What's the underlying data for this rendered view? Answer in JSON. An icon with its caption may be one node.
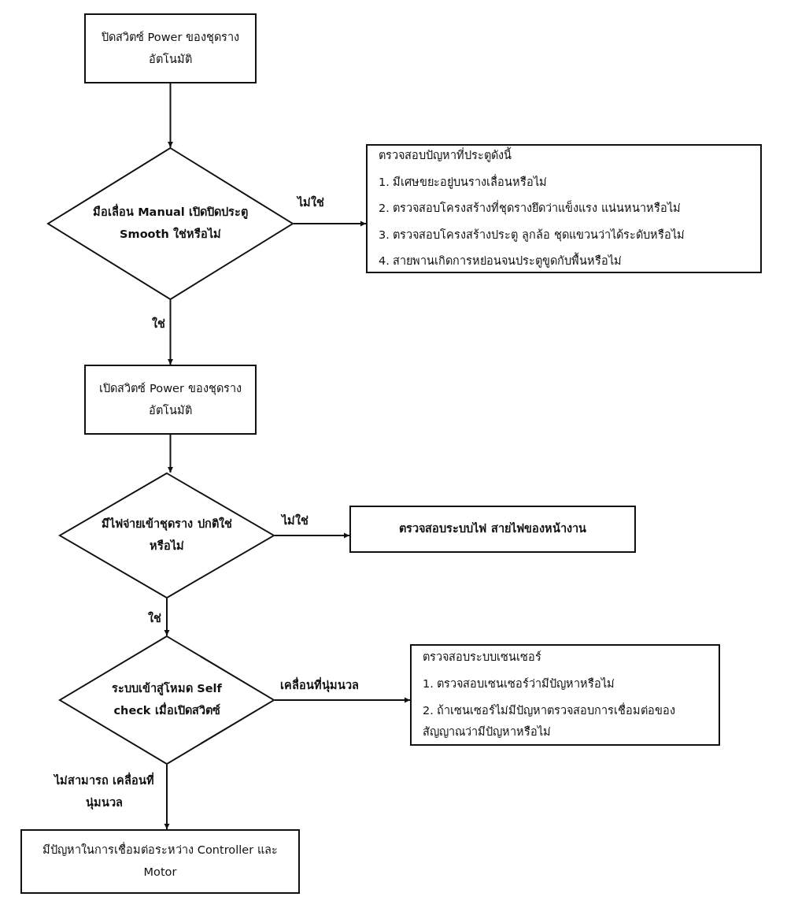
{
  "diagram": {
    "nodes": [
      {
        "text": [
          "ปิดสวิตซ์ Power ของชุดรางอัตโนมัติ"
        ]
      },
      {
        "text": [
          "มือเลื่อน Manual เปิดปิดประตู Smooth ใช่หรือไม่"
        ]
      },
      {
        "text": [
          "ตรวจสอบปัญหาที่ประตูดังนี้",
          "1. มีเศษขยะอยู่บนรางเลื่อนหรือไม่",
          "2. ตรวจสอบโครงสร้างที่ชุดรางยึดว่าแข็งแรง แน่นหนาหรือไม่",
          "3. ตรวจสอบโครงสร้างประตู ลูกล้อ ชุดแขวนว่าได้ระดับหรือไม่",
          "4. สายพานเกิดการหย่อนจนประตูขูดกับพื้นหรือไม่"
        ]
      },
      {
        "text": [
          "เปิดสวิตซ์ Power ของชุดรางอัตโนมัติ"
        ]
      },
      {
        "text": [
          "มีไฟจ่ายเข้าชุดราง ปกติใช่หรือไม่"
        ]
      },
      {
        "text": [
          "ตรวจสอบระบบไฟ สายไฟของหน้างาน"
        ]
      },
      {
        "text": [
          "ระบบเข้าสู่โหมด Self check เมื่อเปิดสวิตซ์"
        ]
      },
      {
        "text": [
          "ตรวจสอบระบบเซนเซอร์",
          "1. ตรวจสอบเซนเซอร์ว่ามีปัญหาหรือไม่",
          "2. ถ้าเซนเซอร์ไม่มีปัญหาตรวจสอบการเชื่อมต่อของสัญญาณว่ามีปัญหาหรือไม่"
        ]
      },
      {
        "text": [
          "มีปัญหาในการเชื่อมต่อระหว่าง Controller และ Motor"
        ]
      }
    ],
    "edges": [
      {
        "from": 0,
        "to": 1,
        "arrow": "to"
      },
      {
        "from": 1,
        "to": 2,
        "arrow": "to",
        "label": "ไม่ใช่"
      },
      {
        "from": 1,
        "to": 3,
        "arrow": "to",
        "label": "ใช่"
      },
      {
        "from": 3,
        "to": 4,
        "arrow": "to"
      },
      {
        "from": 4,
        "to": 5,
        "arrow": "to",
        "label": "ไม่ใช่"
      },
      {
        "from": 4,
        "to": 6,
        "arrow": "to",
        "label": "ใช่"
      },
      {
        "from": 6,
        "to": 7,
        "arrow": "to",
        "label": "เคลื่อนที่นุ่มนวล"
      },
      {
        "from": 6,
        "to": 8,
        "arrow": "to",
        "label": "ไม่สามารถ เคลื่อนที่นุ่มนวล"
      }
    ]
  }
}
